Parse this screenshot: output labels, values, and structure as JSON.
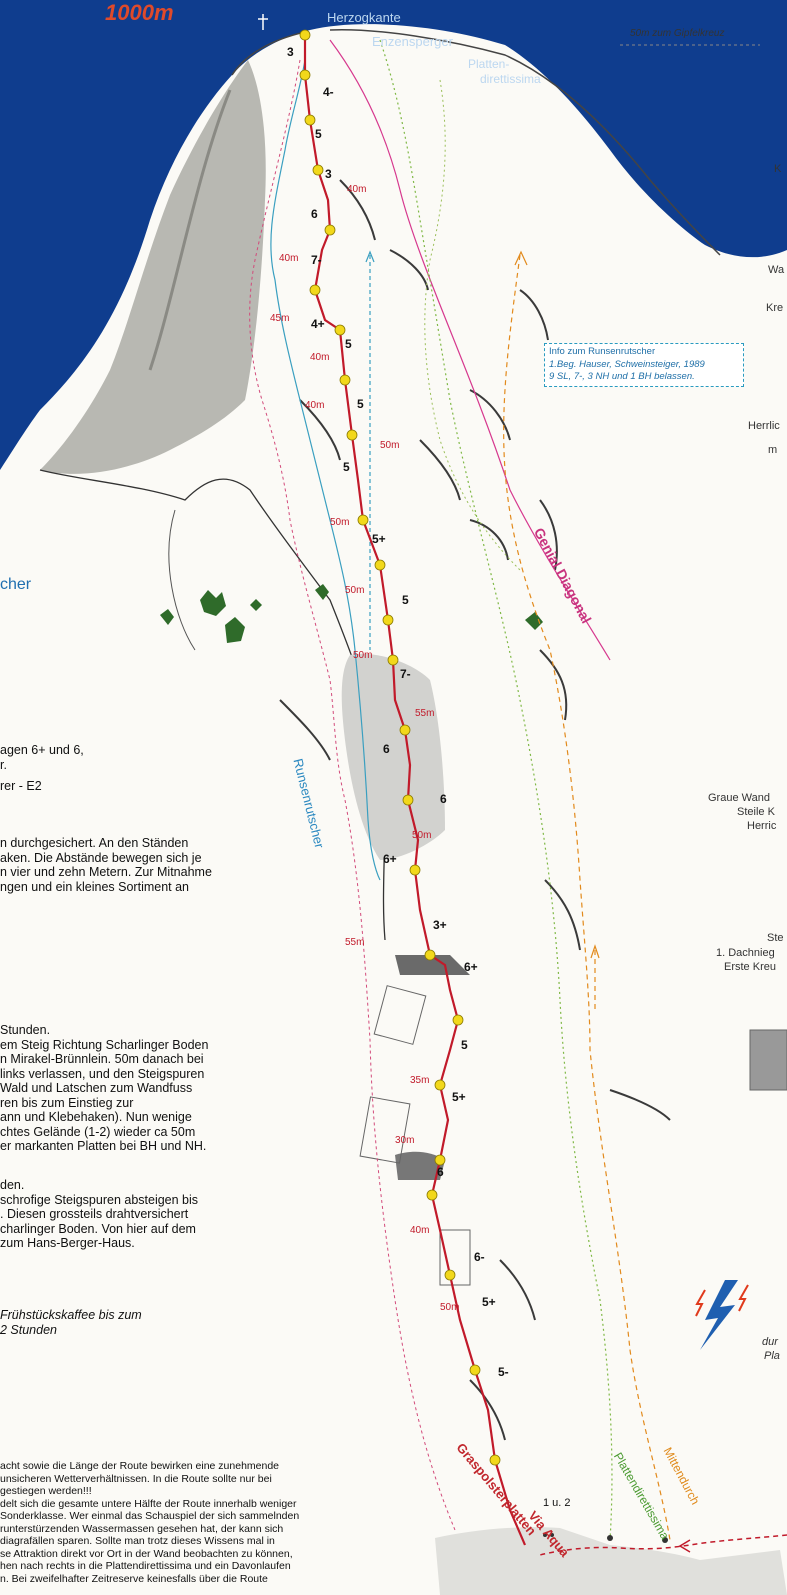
{
  "header": {
    "altitude": "1000m",
    "summit_note": "50m zum Gipfelkreuz"
  },
  "peak_labels": {
    "herzogkante": "Herzogkante",
    "enzensperger": "Enzensperger",
    "platten_1": "Platten-",
    "platten_2": "direttissima"
  },
  "info_box": {
    "title": "Info zum Runsenrutscher",
    "line1": "1.Beg. Hauser, Schweinsteiger, 1989",
    "line2": "9 SL, 7-, 3 NH und 1 BH belassen."
  },
  "route_names": {
    "genial_diagonal": "Genial Diagonal",
    "runsenrutscher": "Runsenrutscher",
    "via_aqua": "Via Aqua",
    "graspolsterplatten": "Graspolsterplatten",
    "plattendirettissima": "Plattendirettissima",
    "mittendurch": "Mittendurch"
  },
  "grades": [
    "3",
    "4-",
    "5",
    "3",
    "6",
    "7-",
    "4+",
    "5",
    "5",
    "5",
    "5+",
    "5",
    "7-",
    "6",
    "6",
    "6+",
    "3+",
    "6+",
    "5",
    "5+",
    "6",
    "6-",
    "5+",
    "5-",
    "1 u. 2"
  ],
  "distances": [
    "40m",
    "40m",
    "45m",
    "40m",
    "40m",
    "50m",
    "50m",
    "50m",
    "50m",
    "55m",
    "50m",
    "55m",
    "35m",
    "30m",
    "40m",
    "50m"
  ],
  "left_partial": {
    "cher": "cher",
    "block1": [
      "agen 6+ und 6,",
      "r.",
      "",
      "rer - E2"
    ],
    "block2": [
      "n durchgesichert. An den Ständen",
      "aken. Die Abstände bewegen sich je",
      "n vier und zehn Metern. Zur Mitnahme",
      "ngen und ein kleines Sortiment an"
    ],
    "block3": [
      "Stunden.",
      "em Steig Richtung Scharlinger Boden",
      "n Mirakel-Brünnlein. 50m danach bei",
      " links verlassen, und den Steigspuren",
      "Wald und Latschen zum Wandfuss",
      "ren bis zum Einstieg zur",
      "ann und Klebehaken). Nun wenige",
      "chtes Gelände (1-2) wieder ca 50m",
      "er markanten Platten bei BH und NH."
    ],
    "block4": [
      "den.",
      " schrofige Steigspuren absteigen bis",
      ". Diesen grossteils drahtversichert",
      "charlinger Boden. Von hier auf dem",
      " zum Hans-Berger-Haus."
    ],
    "block5": [
      "Frühstückskaffee bis zum",
      "2 Stunden"
    ],
    "block6": [
      "acht sowie die Länge der Route bewirken eine zunehmende",
      "unsicheren Wetterverhältnissen. In die Route sollte nur bei",
      "gestiegen werden!!!",
      "delt sich die gesamte untere Hälfte der Route innerhalb weniger",
      " Sonderklasse. Wer einmal das Schauspiel der sich sammelnden",
      "runterstürzenden Wassermassen gesehen hat, der kann sich",
      "diagrafällen sparen. Sollte man trotz dieses Wissens mal in",
      "se Attraktion direkt vor Ort in der Wand beobachten zu können,",
      "hen nach rechts in die Plattendirettissima und ein Davonlaufen",
      "n. Bei zweifelhafter Zeitreserve keinesfalls über die Route"
    ]
  },
  "right_partial": {
    "k": "K",
    "wa": "Wa",
    "kre": "Kre",
    "herrlic": "Herrlic",
    "m": "m",
    "graue1": "Graue Wand",
    "graue2": "Steile K",
    "graue3": "Herric",
    "ste1": "Ste",
    "ste2": "1. Dachnieg",
    "ste3": "Erste Kreu",
    "dur1": "dur",
    "dur2": "Pla"
  },
  "colors": {
    "route_red": "#c11a2a",
    "sky_blue": "#0f3d8e",
    "anchor_yellow": "#f2d81b",
    "info_blue": "#2a9bc0",
    "genial_magenta": "#d6388e",
    "mittendurch_orange": "#e28a1c",
    "platten_green": "#5aa53a"
  }
}
